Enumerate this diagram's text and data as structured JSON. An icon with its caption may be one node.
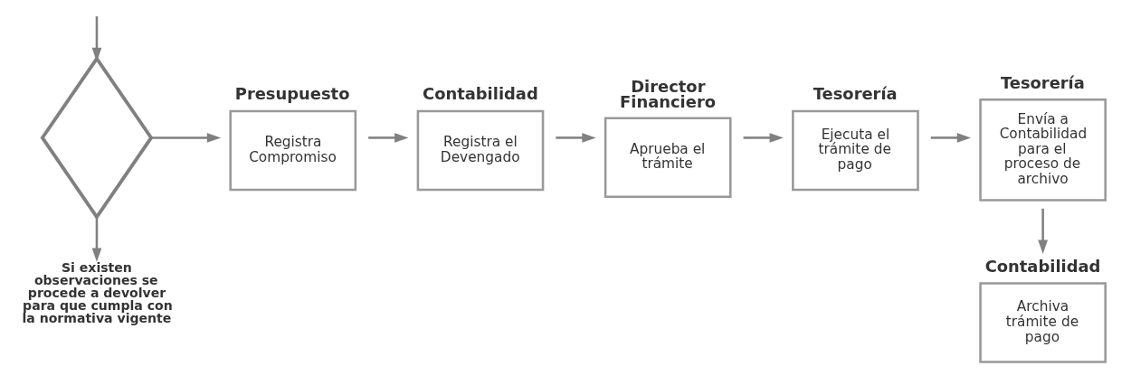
{
  "diagram": {
    "nodes": [
      {
        "text": [],
        "shape": "diamond"
      },
      {
        "text": [
          "Presupuesto",
          "Registra Compromiso"
        ]
      },
      {
        "text": [
          "Contabilidad",
          "Registra el Devengado"
        ]
      },
      {
        "text": [
          "Director Financiero",
          "Aprueba el trámite"
        ]
      },
      {
        "text": [
          "Tesorería",
          "Ejecuta el trámite de pago"
        ]
      },
      {
        "text": [
          "Tesorería",
          "Envía a Contabilidad para el proceso de archivo"
        ]
      },
      {
        "text": [
          "Contabilidad",
          "Archiva trámite de pago"
        ]
      },
      {
        "text": [
          "Si existen observaciones se procede a devolver para que cumpla con la normativa vigente"
        ]
      }
    ],
    "edges": [
      {
        "from": null,
        "to": 0,
        "arrow": "to"
      },
      {
        "from": 0,
        "to": 1,
        "arrow": "to"
      },
      {
        "from": 1,
        "to": 2,
        "arrow": "to"
      },
      {
        "from": 2,
        "to": 3,
        "arrow": "to"
      },
      {
        "from": 3,
        "to": 4,
        "arrow": "to"
      },
      {
        "from": 4,
        "to": 5,
        "arrow": "to"
      },
      {
        "from": 5,
        "to": 6,
        "arrow": "to"
      },
      {
        "from": 0,
        "to": 7,
        "arrow": "to"
      }
    ]
  }
}
